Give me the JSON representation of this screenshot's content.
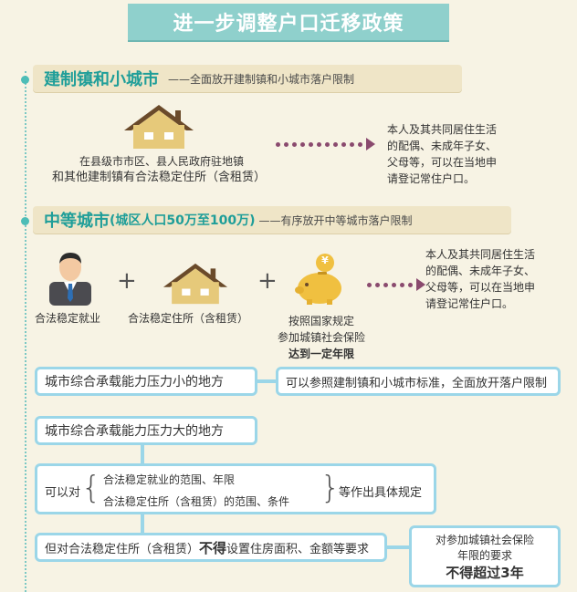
{
  "title": "进一步调整户口迁移政策",
  "section1": {
    "title": "建制镇和小城市",
    "subtitle": "——全面放开建制镇和小城市落户限制",
    "condition_line1": "在县级市市区、县人民政府驻地镇",
    "condition_line2": "和其他建制镇有合法稳定住所（含租赁）",
    "result_lines": [
      "本人及其共同居住生活",
      "的配偶、未成年子女、",
      "父母等，可以在当地申",
      "请登记常住户口。"
    ]
  },
  "section2": {
    "title": "中等城市",
    "title_paren": "(城区人口50万至100万)",
    "subtitle": "——有序放开中等城市落户限制",
    "req1": "合法稳定就业",
    "req2": "合法稳定住所（含租赁）",
    "req3_line1": "按照国家规定",
    "req3_line2": "参加城镇社会保险",
    "req3_line3": "达到一定年限",
    "plus": "+",
    "yen": "¥",
    "result_lines": [
      "本人及其共同居住生活",
      "的配偶、未成年子女、",
      "父母等，可以在当地申",
      "请登记常住户口。"
    ]
  },
  "flow": {
    "low_pressure": "城市综合承载能力压力小的地方",
    "low_pressure_result": "可以参照建制镇和小城市标准，全面放开落户限制",
    "high_pressure": "城市综合承载能力压力大的地方",
    "can_prefix": "可以对",
    "can_item1": "合法稳定就业的范围、年限",
    "can_item2": "合法稳定住所（含租赁）的范围、条件",
    "can_suffix": "等作出具体规定",
    "but_prefix": "但对合法稳定住所（含租赁）",
    "but_bold": "不得",
    "but_suffix": "设置住房面积、金额等要求",
    "insurance_line1": "对参加城镇社会保险",
    "insurance_line2": "年限的要求",
    "insurance_bold": "不得超过3年"
  },
  "colors": {
    "teal": "#1f9e99",
    "banner": "#8fd0cc",
    "house": "#e6c97a",
    "arrow": "#8a4a6e",
    "box_border": "#9bd6e8"
  },
  "icons": [
    "house-icon",
    "person-icon",
    "piggy-bank-icon"
  ]
}
